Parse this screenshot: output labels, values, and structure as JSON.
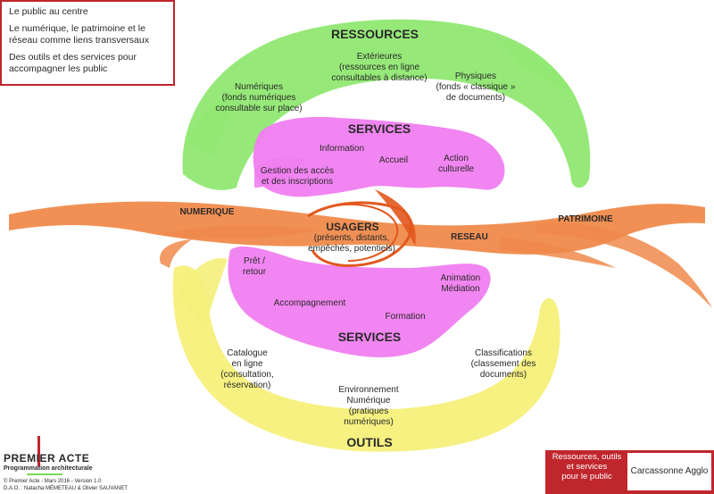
{
  "legend": {
    "line1": "Le public au centre",
    "line2": "Le numérique, le patrimoine et le réseau comme liens transversaux",
    "line3": "Des outils et des services pour accompagner les public"
  },
  "ressources": {
    "title": "RESSOURCES",
    "exterieures": "Extérieures\n(ressources en ligne\nconsultables à distance)",
    "physiques": "Physiques\n(fonds « classique »\nde documents)",
    "numeriques": "Numériques\n(fonds numériques\nconsultable sur place)"
  },
  "services_top": {
    "title": "SERVICES",
    "information": "Information",
    "accueil": "Accueil",
    "action": "Action\nculturelle",
    "gestion": "Gestion des accès\net des inscriptions"
  },
  "band": {
    "numerique": "NUMERIQUE",
    "patrimoine": "PATRIMOINE",
    "reseau": "RESEAU"
  },
  "usagers": {
    "title": "USAGERS",
    "detail": "(présents, distants,\nempêchés, potentiels)"
  },
  "services_bottom": {
    "title": "SERVICES",
    "pret": "Prêt /\nretour",
    "animation": "Animation\nMédiation",
    "accompagnement": "Accompagnement",
    "formation": "Formation"
  },
  "outils": {
    "title": "OUTILS",
    "catalogue": "Catalogue\nen ligne\n(consultation,\nréservation)",
    "classifications": "Classifications\n(classement des\ndocuments)",
    "environnement": "Environnement\nNumérique\n(pratiques\nnumériques)"
  },
  "logo": {
    "name": "PREMIER ACTE",
    "subtitle": "Programmation architecturale",
    "credit1": "© Premier Acte - Mars 2016 - Version 1.0",
    "credit2": "D.A.O. : Natacha MÉMETEAU & Olivier SAUVANET"
  },
  "badge": {
    "left": "Ressources, outils\net services\npour le public",
    "right": "Carcassonne Agglo"
  },
  "colors": {
    "ressources": "#90e872",
    "services": "#f07ef0",
    "outils": "#f5f07a",
    "band": "#f08a4b",
    "accent": "#c0262d"
  }
}
